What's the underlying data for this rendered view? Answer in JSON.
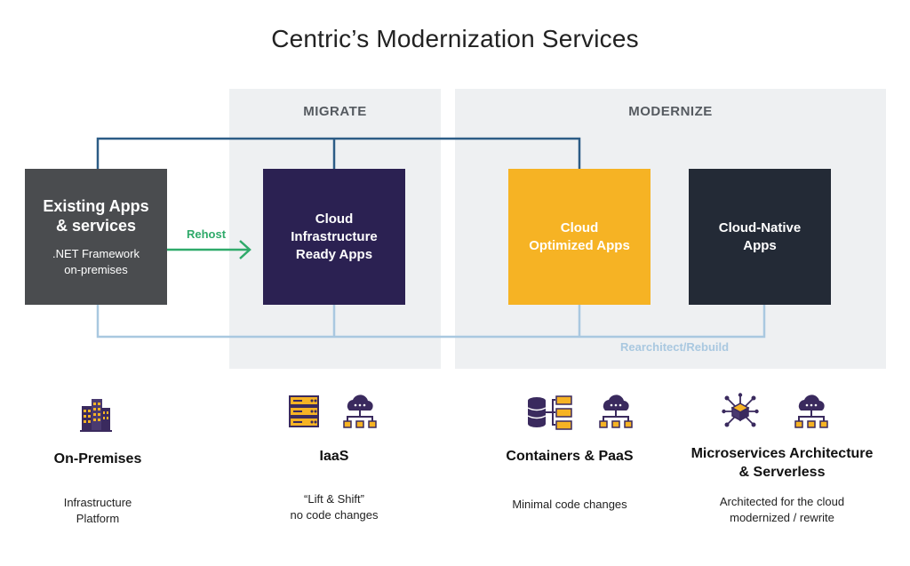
{
  "title": "Centric’s Modernization Services",
  "panels": {
    "migrate": "MIGRATE",
    "modernize": "MODERNIZE"
  },
  "boxes": {
    "existing": {
      "line1": "Existing Apps",
      "line2": "& services",
      "sub1": ".NET Framework",
      "sub2": "on-premises",
      "color": "#4a4c4f"
    },
    "infra": {
      "line1": "Cloud",
      "line2": "Infrastructure",
      "line3": "Ready Apps",
      "color": "#2b2152"
    },
    "optimized": {
      "line1": "Cloud",
      "line2": "Optimized Apps",
      "color": "#f6b324"
    },
    "native": {
      "line1": "Cloud-Native",
      "line2": "Apps",
      "color": "#232a36"
    }
  },
  "labels": {
    "rehost": "Rehost",
    "rearchitect": "Rearchitect/Rebuild"
  },
  "columns": [
    {
      "title1": "On-Premises",
      "title2": "",
      "desc1": "Infrastructure",
      "desc2": "Platform"
    },
    {
      "title1": "IaaS",
      "title2": "",
      "desc1": "“Lift & Shift”",
      "desc2": "no code changes"
    },
    {
      "title1": "Containers & PaaS",
      "title2": "",
      "desc1": "Minimal code changes",
      "desc2": ""
    },
    {
      "title1": "Microservices Architecture",
      "title2": "& Serverless",
      "desc1": "Architected for the cloud",
      "desc2": "modernized / rewrite"
    }
  ],
  "colors": {
    "line_dark": "#2c5c86",
    "line_light": "#a9c8e0",
    "rehost": "#2faa6a",
    "icon_purple": "#3a2a5e",
    "icon_yellow": "#f6b324"
  }
}
